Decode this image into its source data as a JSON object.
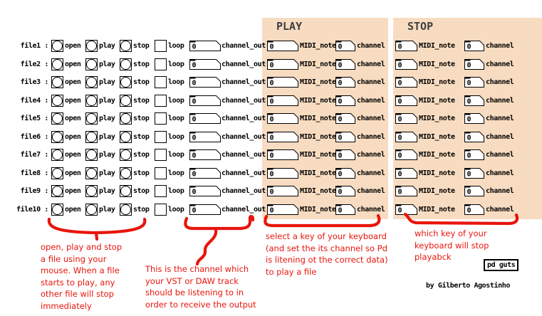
{
  "colors": {
    "panel_bg": "#f8dcc1",
    "panel_title": "#3f3f3f",
    "annotation_red": "#e8150c",
    "pd_text": "#000000"
  },
  "panels": {
    "play": {
      "title": "PLAY"
    },
    "stop": {
      "title": "STOP"
    }
  },
  "widget_labels": {
    "open": "open",
    "play": "play",
    "stop": "stop",
    "loop": "loop",
    "channel_out": "channel_out",
    "midi_note": "MIDI_note",
    "channel": "channel"
  },
  "rows": [
    {
      "name": "file1 :",
      "channel_out": "0",
      "play_midi_note": "0",
      "play_channel": "0",
      "stop_midi_note": "0",
      "stop_channel": "0"
    },
    {
      "name": "file2 :",
      "channel_out": "0",
      "play_midi_note": "0",
      "play_channel": "0",
      "stop_midi_note": "0",
      "stop_channel": "0"
    },
    {
      "name": "file3 :",
      "channel_out": "0",
      "play_midi_note": "0",
      "play_channel": "0",
      "stop_midi_note": "0",
      "stop_channel": "0"
    },
    {
      "name": "file4 :",
      "channel_out": "0",
      "play_midi_note": "0",
      "play_channel": "0",
      "stop_midi_note": "0",
      "stop_channel": "0"
    },
    {
      "name": "file5 :",
      "channel_out": "0",
      "play_midi_note": "0",
      "play_channel": "0",
      "stop_midi_note": "0",
      "stop_channel": "0"
    },
    {
      "name": "file6 :",
      "channel_out": "0",
      "play_midi_note": "0",
      "play_channel": "0",
      "stop_midi_note": "0",
      "stop_channel": "0"
    },
    {
      "name": "file7 :",
      "channel_out": "0",
      "play_midi_note": "0",
      "play_channel": "0",
      "stop_midi_note": "0",
      "stop_channel": "0"
    },
    {
      "name": "file8 :",
      "channel_out": "0",
      "play_midi_note": "0",
      "play_channel": "0",
      "stop_midi_note": "0",
      "stop_channel": "0"
    },
    {
      "name": "file9 :",
      "channel_out": "0",
      "play_midi_note": "0",
      "play_channel": "0",
      "stop_midi_note": "0",
      "stop_channel": "0"
    },
    {
      "name": "file10 :",
      "channel_out": "0",
      "play_midi_note": "0",
      "play_channel": "0",
      "stop_midi_note": "0",
      "stop_channel": "0"
    }
  ],
  "annotations": [
    {
      "id": "open-play-stop",
      "lines": [
        "open, play and stop",
        "a file using your",
        "mouse. When a file",
        "starts to play, any",
        "other file will stop",
        "immediately"
      ]
    },
    {
      "id": "channel-out",
      "lines": [
        "This is the channel which",
        "your VST or DAW track",
        "should be listening to in",
        "order to receive the output"
      ]
    },
    {
      "id": "play-key",
      "lines": [
        "select a key of your keyboard",
        "(and set the its channel so Pd",
        "is litening ot the correct data)",
        "to play a file"
      ]
    },
    {
      "id": "stop-key",
      "lines": [
        "which key of your",
        "keyboard will stop",
        "playabck"
      ]
    }
  ],
  "footer": {
    "object_box": "pd guts",
    "credit": "by Gilberto Agostinho"
  }
}
